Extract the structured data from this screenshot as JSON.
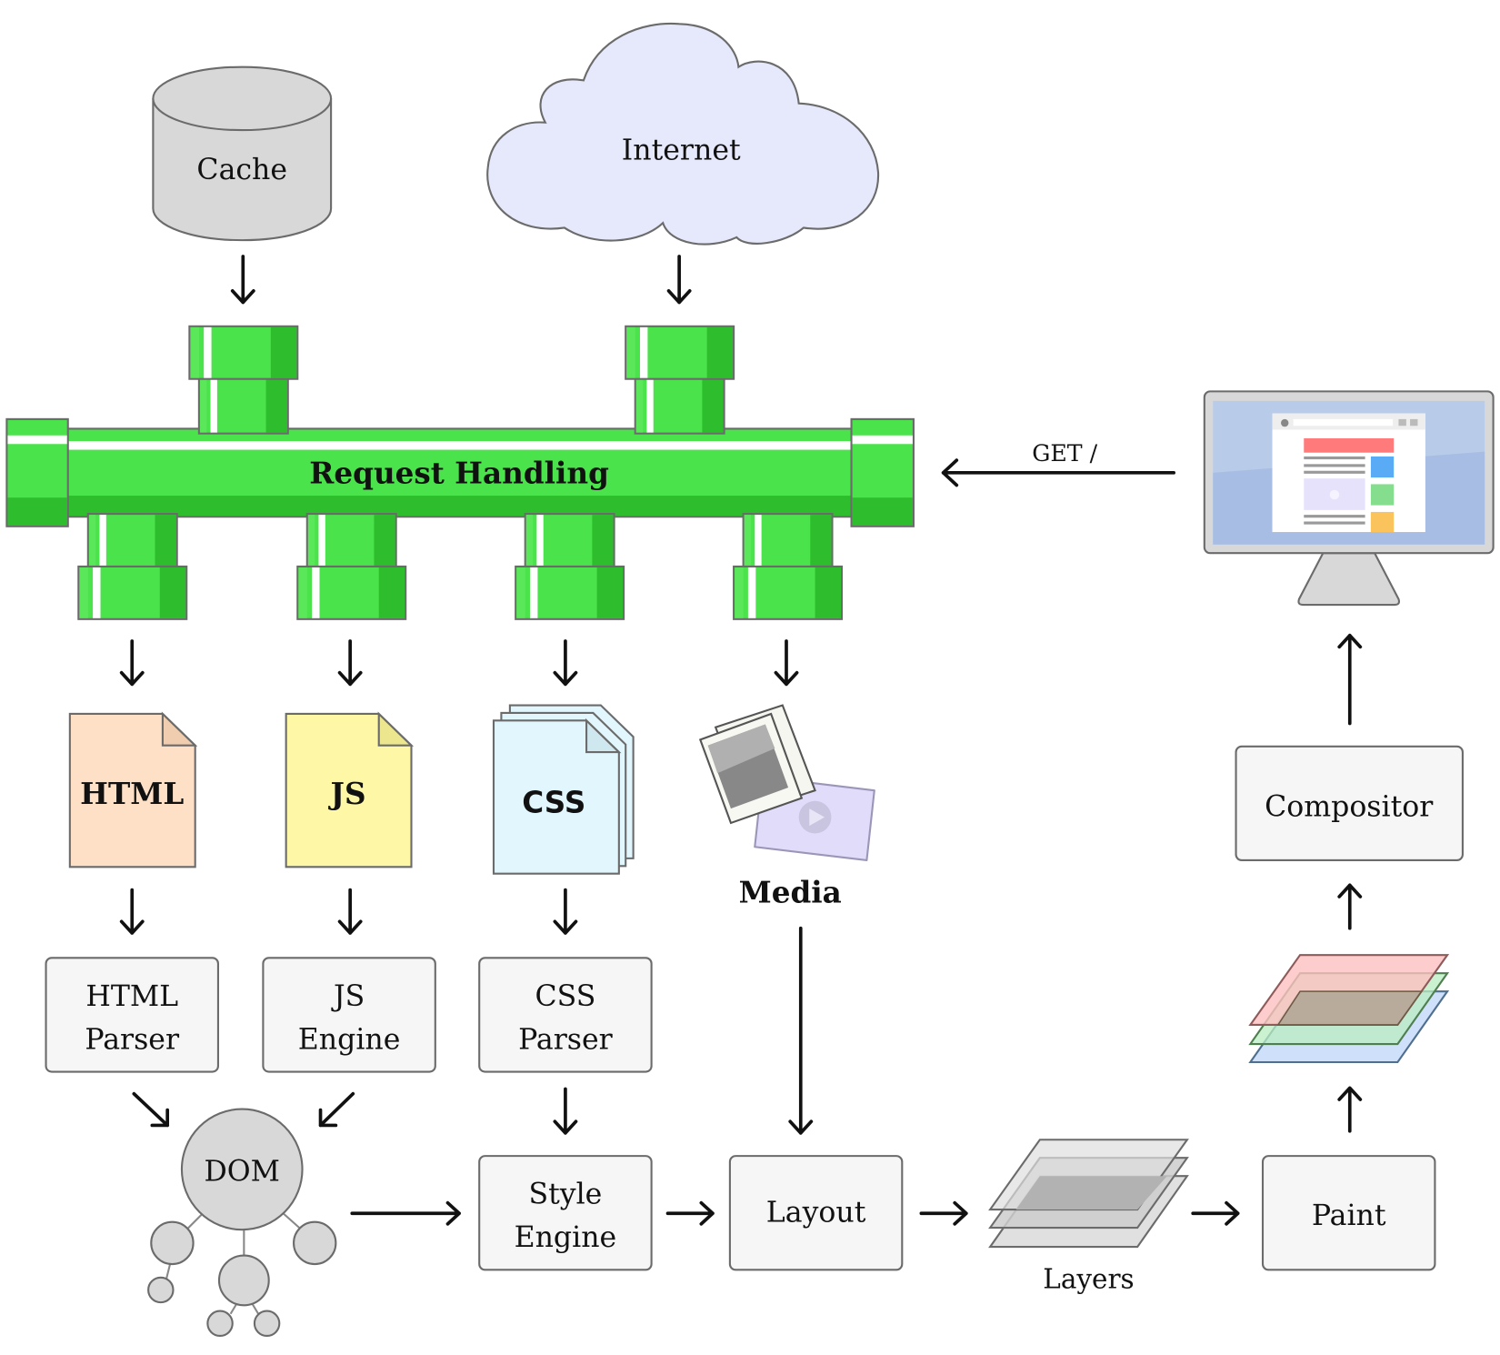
{
  "sources": {
    "cache": {
      "label": "Cache",
      "fill": "#d8d8d8"
    },
    "internet": {
      "label": "Internet",
      "fill": "#e6e8fb"
    }
  },
  "pipe": {
    "label": "Request Handling",
    "colors": {
      "main": "#4be34b",
      "dark": "#2dbd2d",
      "highlight": "#ffffff",
      "light": "#5ae85a"
    }
  },
  "request": {
    "label": "GET /"
  },
  "resources": [
    {
      "id": "html",
      "label": "HTML",
      "fill": "#fde0c6",
      "fold": "#f0cdaf"
    },
    {
      "id": "js",
      "label": "JS",
      "fill": "#fdf7a6",
      "fold": "#ece68f"
    },
    {
      "id": "css",
      "label": "CSS",
      "fill": "#e2f6fd",
      "fold": "#cfe8f0"
    },
    {
      "id": "media",
      "label": "Media"
    }
  ],
  "processors": {
    "html_parser": [
      "HTML",
      "Parser"
    ],
    "js_engine": [
      "JS",
      "Engine"
    ],
    "css_parser": [
      "CSS",
      "Parser"
    ],
    "style_engine": [
      "Style",
      "Engine"
    ],
    "layout": "Layout",
    "paint": "Paint",
    "compositor": "Compositor"
  },
  "dom": {
    "label": "DOM"
  },
  "layers": {
    "label": "Layers"
  },
  "composited_layers": {
    "colors": [
      "#cfe0fb",
      "#cdefcd",
      "#fcc8c8"
    ]
  },
  "monitor": {
    "screen": "#b8cbe8",
    "page_colors": {
      "header": "#ff7b7b",
      "blue": "#5aabf5",
      "green": "#85dd8e",
      "orange": "#fbc35b",
      "media": "#e6e2fb"
    }
  }
}
